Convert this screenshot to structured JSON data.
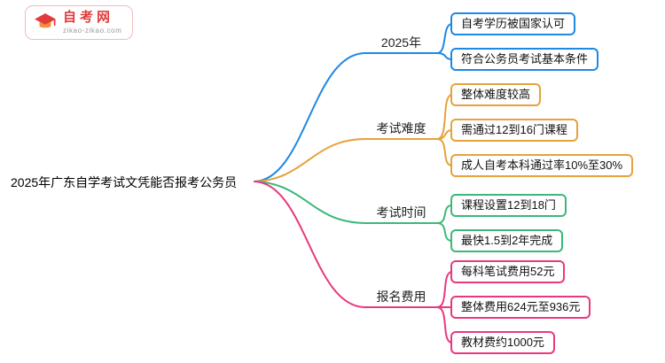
{
  "logo": {
    "title": "自考网",
    "url": "zikao-zikao.com"
  },
  "root": "2025年广东自学考试文凭能否报考公务员",
  "colors": {
    "branch1": "#1e88e5",
    "branch2": "#e6a23c",
    "branch3": "#3cb878",
    "branch4": "#e8397f",
    "logo_red": "#e23b3c"
  },
  "branches": [
    {
      "label": "2025年",
      "color": "#1e88e5",
      "children": [
        "自考学历被国家认可",
        "符合公务员考试基本条件"
      ]
    },
    {
      "label": "考试难度",
      "color": "#e6a23c",
      "children": [
        "整体难度较高",
        "需通过12到16门课程",
        "成人自考本科通过率10%至30%"
      ]
    },
    {
      "label": "考试时间",
      "color": "#3cb878",
      "children": [
        "课程设置12到18门",
        "最快1.5到2年完成"
      ]
    },
    {
      "label": "报名费用",
      "color": "#e8397f",
      "children": [
        "每科笔试费用52元",
        "整体费用624元至936元",
        "教材费约1000元"
      ]
    }
  ]
}
